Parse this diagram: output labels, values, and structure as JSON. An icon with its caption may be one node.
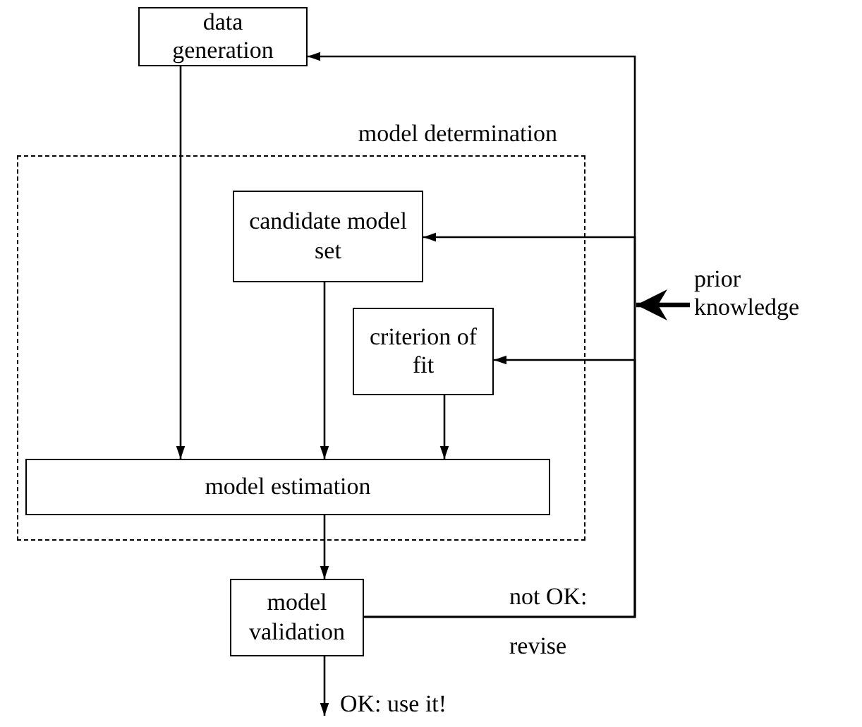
{
  "diagram": {
    "nodes": [
      {
        "text": [
          "data generation"
        ]
      },
      {
        "text": [
          "model determination"
        ]
      },
      {
        "text": [
          "candidate model set"
        ],
        "in": 1
      },
      {
        "text": [
          "criterion of fit"
        ],
        "in": 1
      },
      {
        "text": [
          "model estimation"
        ],
        "in": 1
      },
      {
        "text": [
          "model validation"
        ]
      },
      {
        "text": [
          "prior knowledge"
        ]
      }
    ],
    "edges": [
      {
        "from": 0,
        "to": 4,
        "arrow": "to"
      },
      {
        "from": 2,
        "to": 4,
        "arrow": "to"
      },
      {
        "from": 3,
        "to": 4,
        "arrow": "to"
      },
      {
        "from": 4,
        "to": 5,
        "arrow": "to"
      },
      {
        "from": 5,
        "to": 0,
        "arrow": "to",
        "label": "not OK:"
      },
      {
        "from": 5,
        "to": 2,
        "arrow": "to"
      },
      {
        "from": 5,
        "to": 3,
        "arrow": "to"
      },
      {
        "from": 5,
        "to": null,
        "arrow": "to",
        "label": "OK: use it!"
      },
      {
        "from": 6,
        "to": null,
        "arrow": "to",
        "style": "thick"
      }
    ],
    "labels": [
      "revise"
    ]
  }
}
